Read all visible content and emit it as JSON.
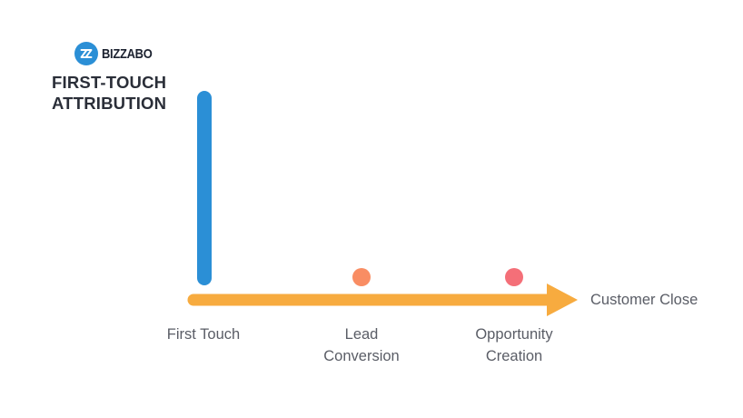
{
  "brand": {
    "logo_text": "BIZZABO",
    "icon_name": "bizzabo-logo-icon",
    "color": "#2b8fd6"
  },
  "title": {
    "line1": "FIRST-TOUCH",
    "line2": "ATTRIBUTION"
  },
  "timeline": {
    "end_label": "Customer Close",
    "arrow_color": "#f7ab3f",
    "stages": [
      {
        "line1": "First Touch",
        "line2": "",
        "marker": "bar",
        "marker_color": "#2b8fd6",
        "attribution_credit": 1
      },
      {
        "line1": "Lead",
        "line2": "Conversion",
        "marker": "dot",
        "marker_color": "#f98d63"
      },
      {
        "line1": "Opportunity",
        "line2": "Creation",
        "marker": "dot",
        "marker_color": "#f46f78"
      }
    ]
  }
}
